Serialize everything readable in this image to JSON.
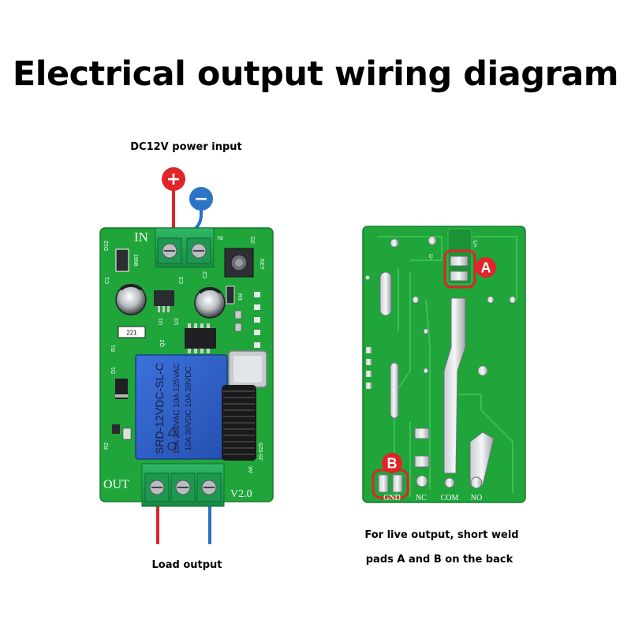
{
  "title": "Electrical output wiring diagram",
  "captions": {
    "power_input": "DC12V power input",
    "load_output": "Load output",
    "note_line1": "For live output, short weld",
    "note_line2": "pads A and B on the back"
  },
  "power_signs": {
    "plus": "+",
    "minus": "−"
  },
  "front_board": {
    "in_label": "IN",
    "out_label": "OUT",
    "version": "V2.0",
    "refs": {
      "ni": "NI",
      "d2": "D2",
      "d12": "D12",
      "code": "1908",
      "c1": "C1",
      "c2": "C2",
      "c3": "C3",
      "u1": "U1",
      "u2": "U2",
      "r1": "R1",
      "r2": "R2",
      "r3": "R3",
      "q2": "Q2",
      "d1": "D1",
      "key": "KEY",
      "r221": "221",
      "ak": "AK",
      "model": "JS-02S"
    },
    "relay_lines": [
      "SRD-12VDC-SL-C",
      "10A 250VAC  10A 125VAC",
      "10A 30VDC  10A 28VDC"
    ]
  },
  "back_board": {
    "pad_labels": [
      "GND",
      "NC",
      "COM",
      "NO"
    ],
    "top_labels": [
      "U-",
      "U+"
    ],
    "marker_a": "A",
    "marker_b": "B"
  },
  "colors": {
    "pcb": "#1fa53a",
    "pcb_edge": "#167d2b",
    "terminal": "#22a052",
    "relay": "#2c5ec8",
    "wire_red": "#d8262a",
    "wire_blue": "#2873c2",
    "marker": "#e0242a"
  }
}
